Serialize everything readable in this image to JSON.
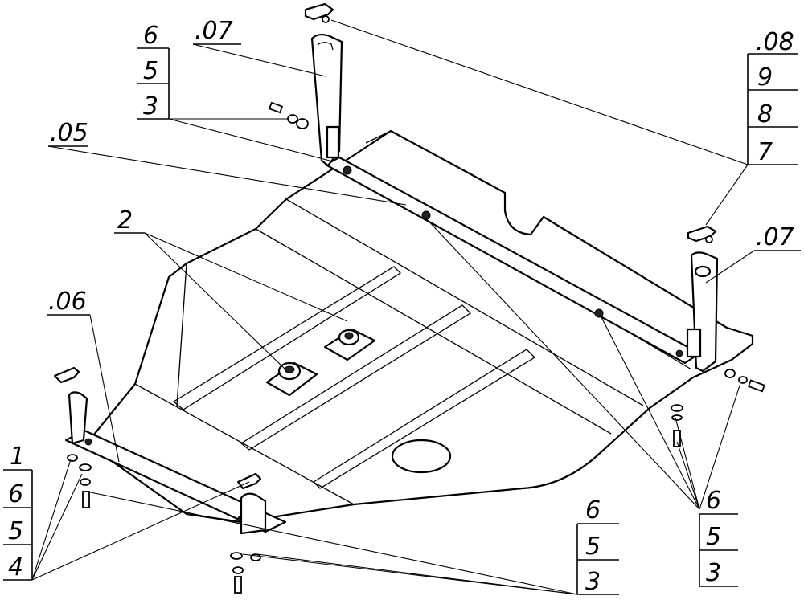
{
  "callouts": {
    "top_left_stack": [
      "6",
      "5",
      "3"
    ],
    "top_left_code": ".07",
    "code_05": ".05",
    "top_right_stack": [
      ".08",
      "9",
      "8",
      "7"
    ],
    "right_code": ".07",
    "label_2": "2",
    "code_06": ".06",
    "left_stack": [
      "1",
      "6",
      "5",
      "4"
    ],
    "bottom_mid_stack": [
      "6",
      "5",
      "3"
    ],
    "bottom_right_stack": [
      "6",
      "5",
      "3"
    ]
  }
}
